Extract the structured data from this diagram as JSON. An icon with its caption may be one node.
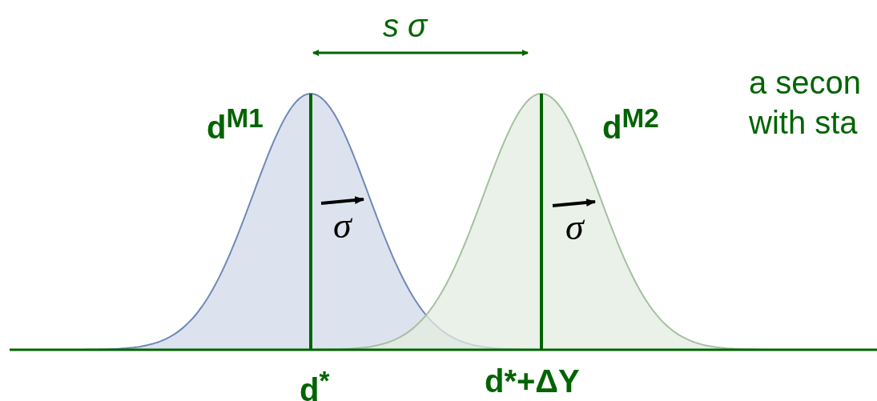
{
  "diagram": {
    "labels": [
      "s σ",
      "a secon with sta",
      "d$^{M1}$",
      "d$^{M2}$",
      "σ",
      "σ",
      "d$^{*}$",
      "d*+ΔY"
    ]
  }
}
